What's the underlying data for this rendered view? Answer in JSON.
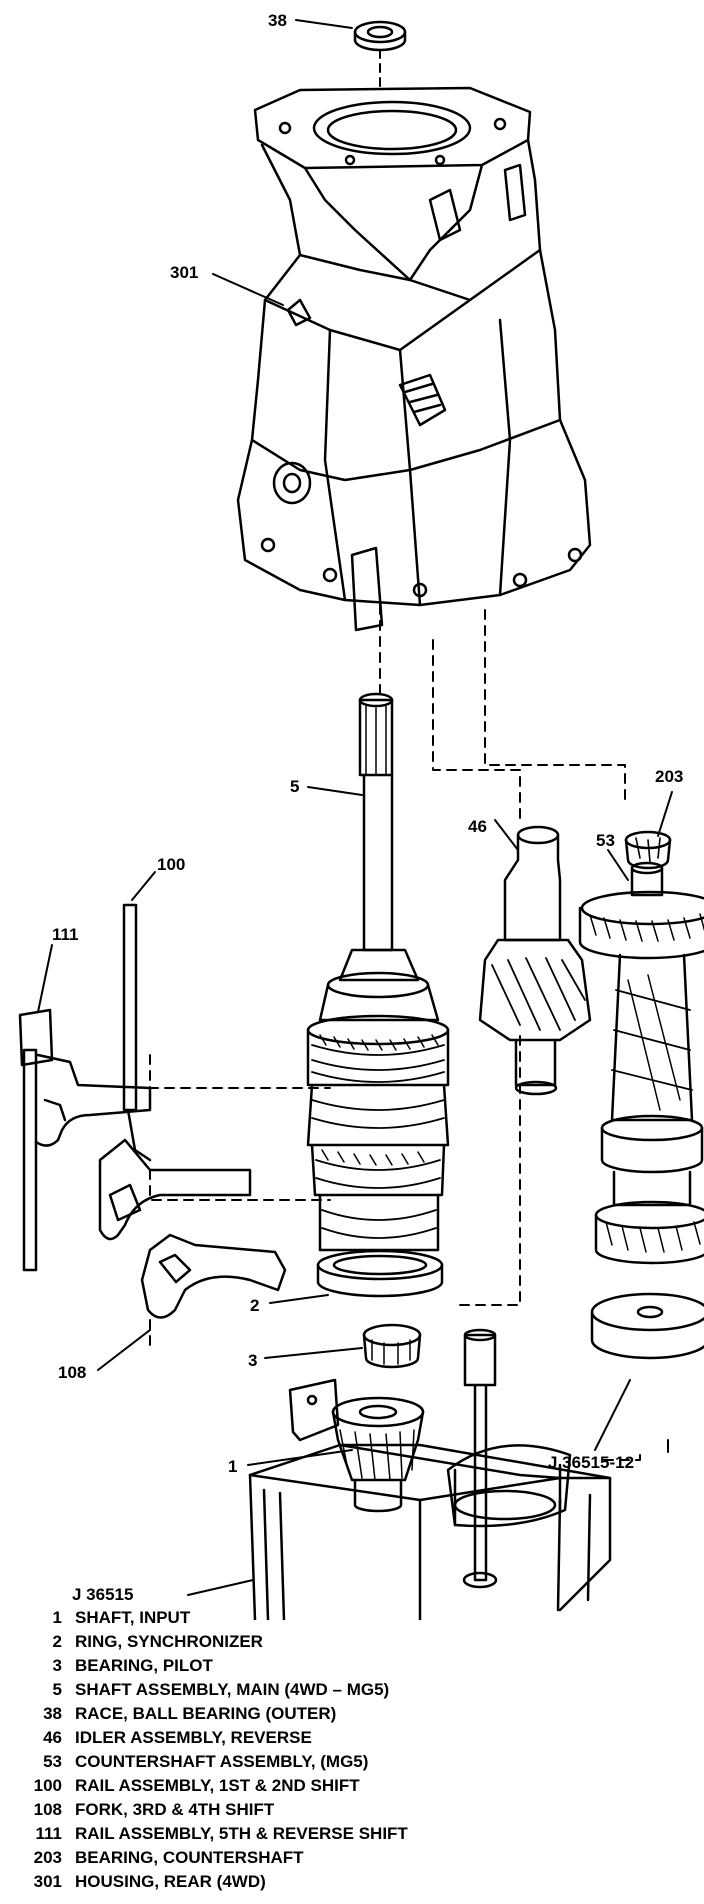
{
  "callouts": {
    "c38": "38",
    "c301": "301",
    "c5": "5",
    "c203": "203",
    "c46": "46",
    "c53": "53",
    "c111": "111",
    "c100": "100",
    "c108": "108",
    "c2": "2",
    "c3": "3",
    "c1": "1",
    "tool_a": "J 36515-12",
    "tool_b": "J 36515"
  },
  "legend": [
    {
      "num": "1",
      "desc": "SHAFT, INPUT"
    },
    {
      "num": "2",
      "desc": "RING, SYNCHRONIZER"
    },
    {
      "num": "3",
      "desc": "BEARING, PILOT"
    },
    {
      "num": "5",
      "desc": "SHAFT ASSEMBLY, MAIN (4WD – MG5)"
    },
    {
      "num": "38",
      "desc": "RACE, BALL BEARING (OUTER)"
    },
    {
      "num": "46",
      "desc": "IDLER ASSEMBLY, REVERSE"
    },
    {
      "num": "53",
      "desc": "COUNTERSHAFT ASSEMBLY, (MG5)"
    },
    {
      "num": "100",
      "desc": "RAIL ASSEMBLY, 1ST & 2ND SHIFT"
    },
    {
      "num": "108",
      "desc": "FORK, 3RD & 4TH SHIFT"
    },
    {
      "num": "111",
      "desc": "RAIL ASSEMBLY, 5TH & REVERSE SHIFT"
    },
    {
      "num": "203",
      "desc": "BEARING, COUNTERSHAFT"
    },
    {
      "num": "301",
      "desc": "HOUSING, REAR (4WD)"
    }
  ]
}
